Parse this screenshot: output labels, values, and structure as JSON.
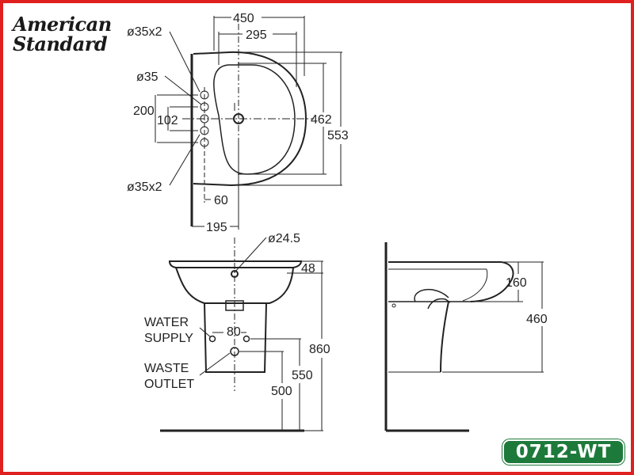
{
  "brand": {
    "line1": "American",
    "line2": "Standard"
  },
  "model_code": "0712-WT",
  "colors": {
    "frame": "#e0201e",
    "badge": "#1e7a3b",
    "line": "#222222"
  },
  "top_view": {
    "overall_width": "450",
    "bowl_width": "295",
    "hole_double_top": "ø35x2",
    "hole_single": "ø35",
    "hole_double_bottom": "ø35x2",
    "hole_spacing_outer": "200",
    "hole_spacing_inner": "102",
    "bowl_depth": "462",
    "overall_depth": "553",
    "drain_offset": "60",
    "drain_to_wall": "195"
  },
  "front_view": {
    "overflow_hole": "ø24.5",
    "rim_height": "48",
    "water_supply_line1": "WATER",
    "water_supply_line2": "SUPPLY",
    "supply_spacing": "80",
    "waste_outlet_line1": "WASTE",
    "waste_outlet_line2": "OUTLET",
    "total_height": "860",
    "supply_height": "550",
    "waste_height": "500"
  },
  "side_view": {
    "basin_depth": "160",
    "projection_height": "460"
  }
}
